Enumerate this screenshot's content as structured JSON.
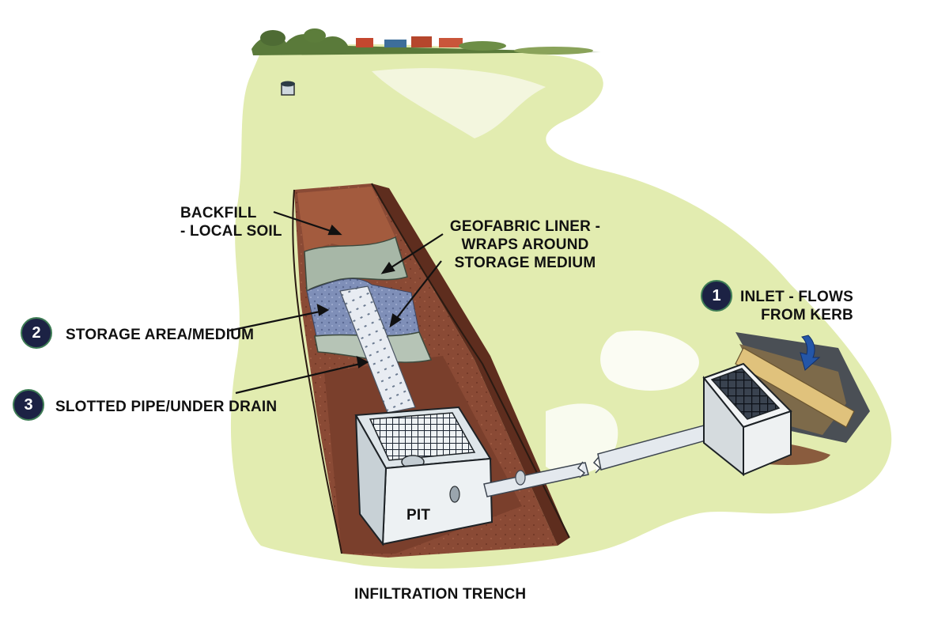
{
  "title": "INFILTRATION TRENCH",
  "labels": {
    "backfill_line1": "BACKFILL",
    "backfill_line2": "- LOCAL SOIL",
    "geofabric_line1": "GEOFABRIC LINER -",
    "geofabric_line2": "WRAPS AROUND",
    "geofabric_line3": "STORAGE MEDIUM",
    "inlet_line1": "INLET - FLOWS",
    "inlet_line2": "FROM KERB",
    "storage": "STORAGE AREA/MEDIUM",
    "slotted_pipe": "SLOTTED PIPE/UNDER DRAIN",
    "pit": "PIT"
  },
  "badges": {
    "inlet": "1",
    "storage": "2",
    "slotted_pipe": "3"
  },
  "colors": {
    "grass": "#e2ecb0",
    "soil": "#8a4a35",
    "geofabric": "#a7b7a7",
    "storage_medium": "#7f8fb8",
    "badge_fill": "#1c2244",
    "badge_ring": "#3e7d55",
    "flow_arrow": "#2456a8"
  }
}
